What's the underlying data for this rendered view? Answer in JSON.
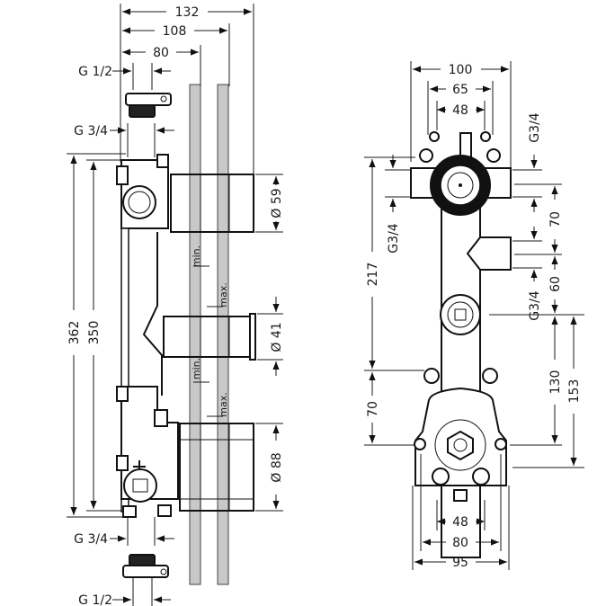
{
  "side_view": {
    "widths": {
      "overall": "132",
      "mid": "108",
      "inner": "80"
    },
    "thread_top_small": "G 1/2",
    "thread_top_large": "G 3/4",
    "thread_bottom_large": "G 3/4",
    "thread_bottom_small": "G 1/2",
    "heights": {
      "overall": "362",
      "inner": "350"
    },
    "diameters": {
      "top": "Ø 59",
      "middle": "Ø 41",
      "bottom": "Ø 88"
    },
    "wall_labels": {
      "min_upper": "min.",
      "max_upper": "max.",
      "min_lower": "min.",
      "max_lower": "max."
    }
  },
  "front_view": {
    "widths_top": {
      "overall": "100",
      "mid": "65",
      "inner": "48"
    },
    "widths_bottom": {
      "inner": "48",
      "mid": "80",
      "overall": "95"
    },
    "left_thread": "G3/4",
    "left_height": "217",
    "left_lower": "70",
    "right_thread_top": "G3/4",
    "right_70": "70",
    "right_60": "60",
    "right_thread_lower": "G3/4",
    "right_130": "130",
    "right_153": "153"
  }
}
